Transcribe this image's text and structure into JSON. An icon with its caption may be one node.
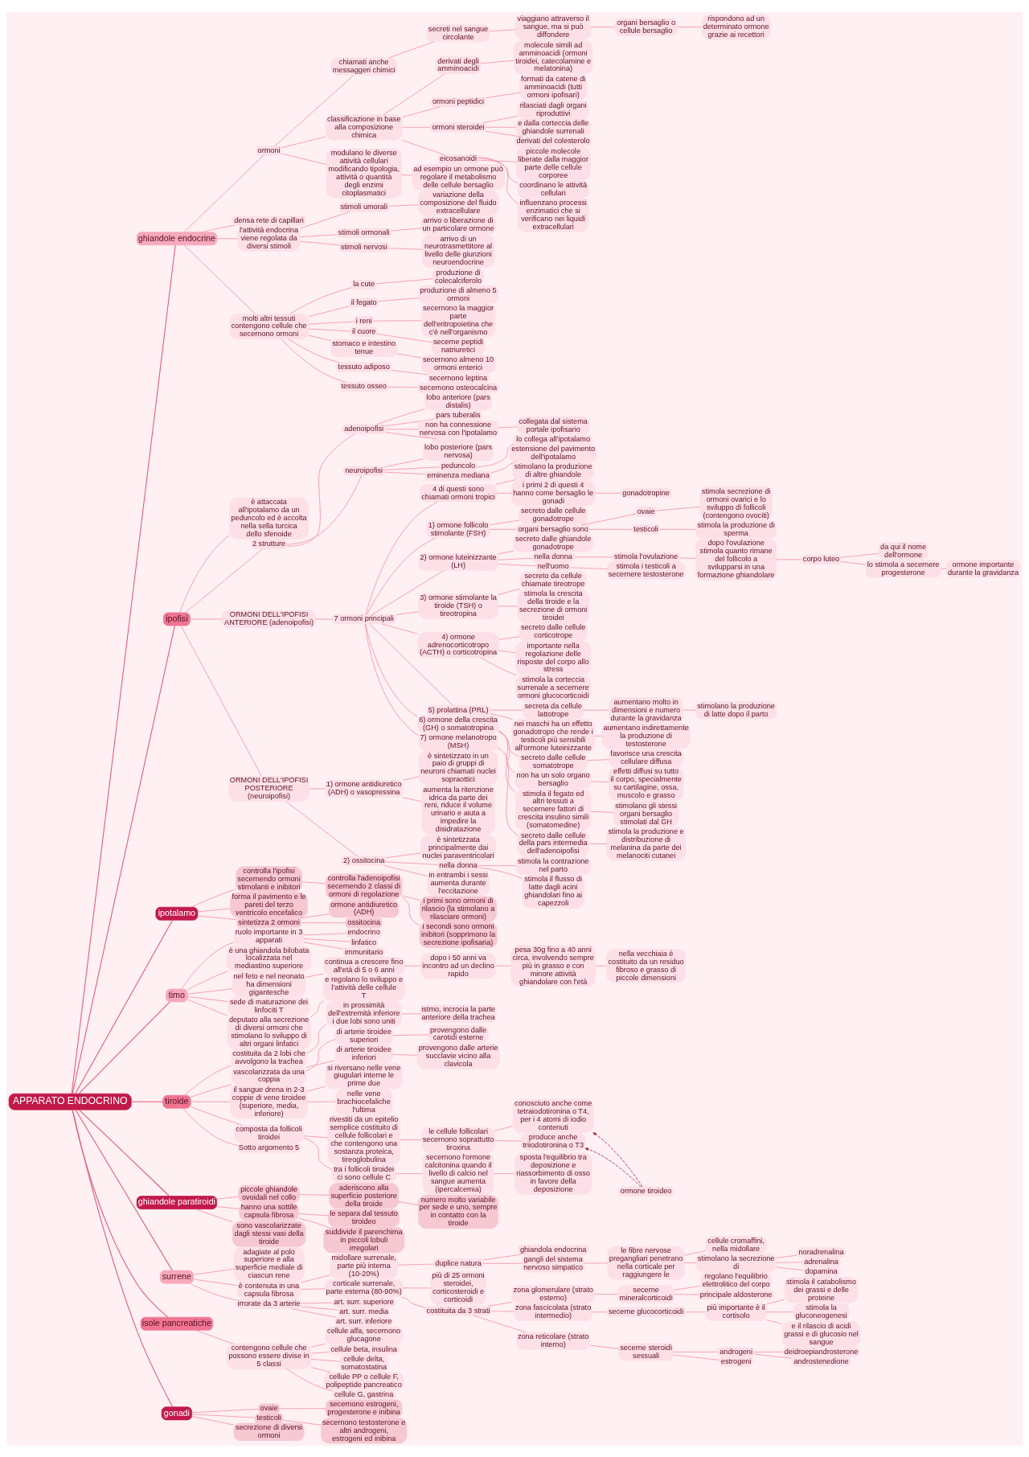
{
  "diagram": {
    "nodes": [
      {
        "text": [
          "APPARATO ENDOCRINO"
        ]
      },
      {
        "text": [
          "ghiandole endocrine"
        ]
      },
      {
        "text": [
          "ormoni"
        ]
      },
      {
        "text": [
          "chiamati anche messaggeri chimici"
        ]
      },
      {
        "text": [
          "secreti nel sangue circolante"
        ]
      },
      {
        "text": [
          "viaggiano attraverso il sangue, ma si può diffondere"
        ]
      },
      {
        "text": [
          "organi bersaglio o cellule bersaglio"
        ]
      },
      {
        "text": [
          "rispondono ad un determinato ormone grazie ai recettori"
        ]
      },
      {
        "text": [
          "classificazione in base alla composizione chimica"
        ]
      },
      {
        "text": [
          "derivati degli amminoacidi"
        ]
      },
      {
        "text": [
          "molecole simili ad amminoacidi (ormoni tiroidei, catecolamine e melatonina)"
        ]
      },
      {
        "text": [
          "ormoni peptidici"
        ]
      },
      {
        "text": [
          "formati da catene di amminoacidi (tutti ormoni ipofisari)"
        ]
      },
      {
        "text": [
          "ormoni steroidei"
        ]
      },
      {
        "text": [
          "rilasciati dagli organi riproduttivi"
        ]
      },
      {
        "text": [
          "e dalla corteccia delle ghiandole surrenali"
        ]
      },
      {
        "text": [
          "derivati del colesterolo"
        ]
      },
      {
        "text": [
          "eicosanoidi"
        ]
      },
      {
        "text": [
          "piccole molecole liberate dalla maggior parte delle cellule corporee"
        ]
      },
      {
        "text": [
          "coordinano le attività cellulari"
        ]
      },
      {
        "text": [
          "influenzano processi enzimatici che si verificano nei liquidi extracellulari"
        ]
      },
      {
        "text": [
          "modulano le diverse attività cellulari modificando tipologia, attività o quantità degli enzimi citoplasmatici"
        ]
      },
      {
        "text": [
          "ad esempio un ormone può regolare il metabolismo delle cellule bersaglio"
        ]
      },
      {
        "text": [
          "densa rete di capillari"
        ]
      },
      {
        "text": [
          "l'attività endocrina viene regolata da diversi stimoli"
        ]
      },
      {
        "text": [
          "stimoli umorali"
        ]
      },
      {
        "text": [
          "variazione della composizione del fluido extracellulare"
        ]
      },
      {
        "text": [
          "stimoli ormonali"
        ]
      },
      {
        "text": [
          "arrivo o liberazione di un particolare ormone"
        ]
      },
      {
        "text": [
          "stimoli nervosi"
        ]
      },
      {
        "text": [
          "arrivo di un neurotrasmettitore al livello delle giunzioni neuroendocrine"
        ]
      },
      {
        "text": [
          "molti altri tessuti contengono cellule che secernono ormoni"
        ]
      },
      {
        "text": [
          "la cute"
        ]
      },
      {
        "text": [
          "produzione di colecalciferolo"
        ]
      },
      {
        "text": [
          "il fegato"
        ]
      },
      {
        "text": [
          "produzione di almeno 5 ormoni"
        ]
      },
      {
        "text": [
          "i reni"
        ]
      },
      {
        "text": [
          "secernono la maggior parte dell'eritropoietina che c'è nell'organismo"
        ]
      },
      {
        "text": [
          "il cuore"
        ]
      },
      {
        "text": [
          "secerne peptidi natriuretici"
        ]
      },
      {
        "text": [
          "stomaco e intestino tenue"
        ]
      },
      {
        "text": [
          "secernono almeno 10 ormoni enterici"
        ]
      },
      {
        "text": [
          "tessuto adiposo"
        ]
      },
      {
        "text": [
          "secernono leptina"
        ]
      },
      {
        "text": [
          "tessuto osseo"
        ]
      },
      {
        "text": [
          "secernono osteocalcina"
        ]
      },
      {
        "text": [
          "ipofisi"
        ]
      },
      {
        "text": [
          "è attaccata all'ipotalamo da un peduncolo ed è accolta nella sella turcica dello sfenoide"
        ]
      },
      {
        "text": [
          "2 strutture"
        ]
      },
      {
        "text": [
          "adenoipofisi"
        ]
      },
      {
        "text": [
          "lobo anteriore (pars distalis)"
        ]
      },
      {
        "text": [
          "pars tuberalis"
        ]
      },
      {
        "text": [
          "non ha connessione nervosa con l'ipotalamo"
        ]
      },
      {
        "text": [
          "collegata dal sistema portale ipofisario"
        ]
      },
      {
        "text": [],
        "shape": "box"
      },
      {
        "text": [
          "neuroipofisi"
        ]
      },
      {
        "text": [
          "lobo posteriore (pars nervosa)"
        ]
      },
      {
        "text": [
          "peduncolo"
        ]
      },
      {
        "text": [
          "lo collega all'ipotalamo"
        ]
      },
      {
        "text": [
          "eminenza mediana"
        ]
      },
      {
        "text": [
          "estensione del pavimento dell'ipotalamo"
        ]
      },
      {
        "text": [
          "ORMONI DELL'IPOFISI ANTERIORE (adenoipofisi)"
        ]
      },
      {
        "text": [
          "7 ormoni principali"
        ]
      },
      {
        "text": [
          "4 di questi sono chiamati ormoni tropici"
        ]
      },
      {
        "text": [
          "stimolano la produzione di altre ghiandole"
        ]
      },
      {
        "text": [
          "i primi 2 di questi 4 hanno come bersaglio le gonadi"
        ]
      },
      {
        "text": [
          "gonadotropine"
        ]
      },
      {
        "text": [
          "1) ormone follicolo stimolante (FSH)"
        ]
      },
      {
        "text": [
          "secreto dalle cellule gonadotrope"
        ]
      },
      {
        "text": [
          "organi bersaglio sono"
        ]
      },
      {
        "text": [
          "ovaie"
        ]
      },
      {
        "text": [
          "stimola secrezione di ormoni ovarici e lo sviluppo di follicoli (contengono ovociti)"
        ]
      },
      {
        "text": [
          "testicoli"
        ]
      },
      {
        "text": [
          "stimola la produzione di sperma"
        ]
      },
      {
        "text": [
          "2) ormone luteinizzante (LH)"
        ]
      },
      {
        "text": [
          "secreto dalle ghiandole gonadotrope"
        ]
      },
      {
        "text": [
          "nella donna"
        ]
      },
      {
        "text": [
          "stimola l'ovulazione"
        ]
      },
      {
        "text": [
          "dopo l'ovulazione stimola quanto rimane del follicolo a svilupparsi in una formazione ghiandolare"
        ]
      },
      {
        "text": [
          "corpo luteo"
        ]
      },
      {
        "text": [
          "da qui il nome dell'ormone"
        ]
      },
      {
        "text": [
          "lo stimola a secernere progesterone"
        ]
      },
      {
        "text": [
          "ormone importante durante la gravidanza"
        ]
      },
      {
        "text": [
          "nell'uomo"
        ]
      },
      {
        "text": [
          "stimola i testicoli a secernere testosterone"
        ]
      },
      {
        "text": [
          "3) ormone stimolante la tiroide (TSH) o tireotropina"
        ]
      },
      {
        "text": [
          "secreto da cellule chiamate tireotrope"
        ]
      },
      {
        "text": [
          "stimola la crescita della tiroide e la secrezione di ormoni tiroidei"
        ]
      },
      {
        "text": [
          "4) ormone adrenocorticotropo (ACTH) o corticotropina"
        ]
      },
      {
        "text": [
          "secreto dalle cellule corticotrope"
        ]
      },
      {
        "text": [
          "importante nella regolazione delle risposte del corpo allo stress"
        ]
      },
      {
        "text": [
          "stimola la corteccia surrenale a secernere ormoni glucocorticoidi"
        ]
      },
      {
        "text": [
          "5) prolattina (PRL)"
        ]
      },
      {
        "text": [
          "secreta da cellule lattotrope"
        ]
      },
      {
        "text": [
          "aumentano molto in dimensioni e numero durante la gravidanza"
        ]
      },
      {
        "text": [
          "stimolano la produzione di latte dopo il parto"
        ]
      },
      {
        "text": [
          "nei maschi ha un effetto gonadotropo che rende i testicoli più sensibili all'ormone luteinizzante"
        ]
      },
      {
        "text": [
          "aumentano indirettamente la produzione di testosterone"
        ]
      },
      {
        "text": [
          "6) ormone della crescita (GH) o somatotropina"
        ]
      },
      {
        "text": [
          "secreto dalle cellule somatotrope"
        ]
      },
      {
        "text": [
          "favorisce una crescita cellulare diffusa"
        ]
      },
      {
        "text": [
          "non ha un solo organo bersaglio"
        ]
      },
      {
        "text": [
          "effetti diffusi su tutto il corpo, specialmente su cartilagine, ossa, muscolo e grasso"
        ]
      },
      {
        "text": [
          "stimola il fegato ed altri tessuti a secernere fattori di crescita insulino simili (somatomedine)"
        ]
      },
      {
        "text": [
          "stimolano gli stessi organi bersaglio stimolati dal GH"
        ]
      },
      {
        "text": [
          "7) ormone melanotropo (MSH)"
        ]
      },
      {
        "text": [
          "secreto dalle cellule della pars intermedia dell'adenoipofisi"
        ]
      },
      {
        "text": [
          "stimola la produzione e distribuzione di melanina da parte dei melanociti cutanei"
        ]
      },
      {
        "text": [
          "ORMONI DELL'IPOFISI POSTERIORE (neuroipofisi)"
        ]
      },
      {
        "text": [
          "1) ormone antidiuretico (ADH) o vasopressina"
        ]
      },
      {
        "text": [
          "è sintetizzato in un paio di gruppi di neuroni chiamati nuclei sopraottici"
        ]
      },
      {
        "text": [
          "aumenta la ritenzione idrica da parte dei reni, riduce il volume urinario e aiuta a impedire la disidratazione"
        ]
      },
      {
        "text": [
          "2) ossitocina"
        ]
      },
      {
        "text": [
          "è sintetizzata principalmente dai nuclei paraventricolari"
        ]
      },
      {
        "text": [
          "nella donna"
        ]
      },
      {
        "text": [
          "stimola la contrazione nel parto"
        ]
      },
      {
        "text": [
          "stimola il flusso di latte dagli acini ghiandolari fino ai capezzoli"
        ]
      },
      {
        "text": [
          "in entrambi i sessi aumenta durante l'eccitazione"
        ]
      },
      {
        "text": [
          "ipotalamo"
        ]
      },
      {
        "text": [
          "controlla l'ipofisi secernendo ormoni stimolanti e inibitori"
        ]
      },
      {
        "text": [
          "controlla l'adenoipofisi secernendo 2 classi di ormoni di regolazione"
        ]
      },
      {
        "text": [
          "i primi sono ormoni di rilascio (la stimolano a rilasciare ormoni)"
        ]
      },
      {
        "text": [
          "i secondi sono ormoni inibitori (sopprimono la secrezione ipofisaria)"
        ]
      },
      {
        "text": [
          "forma il pavimento e le pareti del terzo ventricolo encefalico"
        ]
      },
      {
        "text": [
          "sintetizza 2 ormoni"
        ]
      },
      {
        "text": [
          "ormone antidiuretico (ADH)"
        ]
      },
      {
        "text": [
          "ossitocina"
        ]
      },
      {
        "text": [
          "timo"
        ]
      },
      {
        "text": [
          "ruolo importante in 3 apparati"
        ]
      },
      {
        "text": [
          "endocrino"
        ]
      },
      {
        "text": [
          "linfatico"
        ]
      },
      {
        "text": [
          "immunitario"
        ]
      },
      {
        "text": [
          "è una ghiandola bilobata localizzata nel mediastino superiore"
        ]
      },
      {
        "text": [
          "nel feto e nel neonato ha dimensioni gigantesche"
        ]
      },
      {
        "text": [
          "continua a crescere fino all'età di 5 o 6 anni"
        ]
      },
      {
        "text": [
          "dopo i 50 anni va incontro ad un declino rapido"
        ]
      },
      {
        "text": [
          "pesa 30g fino a 40 anni circa, involvendo sempre più in grasso e con minore attività ghiandolare con l'età"
        ]
      },
      {
        "text": [
          "nella vecchiaia è costituito da un residuo fibroso e grasso di piccole dimensioni"
        ]
      },
      {
        "text": [
          "sede di maturazione dei linfociti T"
        ]
      },
      {
        "text": [
          "deputato alla secrezione di diversi ormoni che stimolano lo sviluppo di altri organi linfatici"
        ]
      },
      {
        "text": [
          "e regolano lo sviluppo e l'attività delle cellule T"
        ]
      },
      {
        "text": [
          "tiroide"
        ]
      },
      {
        "text": [
          "costituita da 2 lobi che avvolgono la trachea"
        ]
      },
      {
        "text": [
          "in prossimità dell'estremità inferiore i due lobi sono uniti"
        ]
      },
      {
        "text": [
          "istmo, incrocia la parte anteriore della trachea"
        ]
      },
      {
        "text": [
          "vascolarizzata da una coppia"
        ]
      },
      {
        "text": [
          "di arterie tiroidee superiori"
        ]
      },
      {
        "text": [
          "provengono dalle carotidi esterne"
        ]
      },
      {
        "text": [
          "di arterie tiroidee inferiori"
        ]
      },
      {
        "text": [
          "provengono dalle arterie succlavie vicino alla clavicola"
        ]
      },
      {
        "text": [
          "il sangue drena in 2-3 coppie di vene tiroidee (superiore, media, inferiore)"
        ]
      },
      {
        "text": [
          "si riversano nelle vene giugulari interne le prime due"
        ]
      },
      {
        "text": [
          "nelle vene brachiocefaliche l'ultima"
        ]
      },
      {
        "text": [
          "composta da follicoli tiroidei"
        ]
      },
      {
        "text": [
          "rivestiti da un epitelio semplice costituito di cellule follicolari e che contengono una sostanza proteica, tireoglobulina"
        ]
      },
      {
        "text": [
          "le cellule follicolari secernono soprattutto tiroxina"
        ]
      },
      {
        "text": [
          "conosciuto anche come tetraiodotironina o T4, per i 4 atomi di iodio contenuti"
        ]
      },
      {
        "text": [
          "produce anche triiodotironina o T3"
        ]
      },
      {
        "text": [
          "ormone tiroideo"
        ]
      },
      {
        "text": [
          "tra i follicoli tiroidei ci sono cellule C"
        ]
      },
      {
        "text": [
          "secernono l'ormone calcitonina quando il livello di calcio nel sangue aumenta (ipercalcemia)"
        ]
      },
      {
        "text": [
          "sposta l'equilibrio tra deposizione e riassorbimento di osso in favore della deposizione"
        ]
      },
      {
        "text": [
          "Sotto argomento 5"
        ]
      },
      {
        "text": [
          "ghiandole paratiroidi"
        ]
      },
      {
        "text": [
          "piccole ghiandole ovoidali nel collo"
        ]
      },
      {
        "text": [
          "aderiscono alla superficie posteriore della tiroide"
        ]
      },
      {
        "text": [
          "numero molto variabile per sede e uno, sempre in contatto con la tiroide"
        ]
      },
      {
        "text": [
          "hanno una sottile capsula fibrosa"
        ]
      },
      {
        "text": [
          "le separa dal tessuto tiroideo"
        ]
      },
      {
        "text": [
          "suddivide il parenchima in piccoli lobuli irregolari"
        ]
      },
      {
        "text": [
          "sono vascolarizzate dagli stessi vasi della tiroide"
        ]
      },
      {
        "text": [
          "surrene"
        ]
      },
      {
        "text": [
          "adagiate al polo superiore e alla superficie mediale di ciascun rene"
        ]
      },
      {
        "text": [
          "è contenuta in una capsula fibrosa"
        ]
      },
      {
        "text": [
          "midollare surrenale, parte più interna (10-20%)"
        ]
      },
      {
        "text": [
          "duplice natura"
        ]
      },
      {
        "text": [
          "ghiandola endocrina"
        ]
      },
      {
        "text": [
          "gangli del sistema nervoso simpatico"
        ]
      },
      {
        "text": [
          "le fibre nervose pregangliari penetrano nella corticale per raggiungere le"
        ]
      },
      {
        "text": [
          "cellule cromaffini, nella midollare"
        ]
      },
      {
        "text": [
          "stimolano la secrezione di"
        ]
      },
      {
        "text": [
          "noradrenalina"
        ]
      },
      {
        "text": [
          "adrenalina"
        ]
      },
      {
        "text": [
          "dopamina"
        ]
      },
      {
        "text": [
          "corticale surrenale, parte esterna (80-90%)"
        ]
      },
      {
        "text": [
          "più di 25 ormoni steroidei, corticosteroidi e corticoidi"
        ]
      },
      {
        "text": [
          "costituita da 3 strati"
        ]
      },
      {
        "text": [
          "zona glomerulare (strato esterno)"
        ]
      },
      {
        "text": [
          "secerne mineralcorticoidi"
        ]
      },
      {
        "text": [
          "regolano l'equilibrio elettrolitico del corpo"
        ]
      },
      {
        "text": [
          "principale aldosterone"
        ]
      },
      {
        "text": [
          "zona fascicolata (strato intermedio)"
        ]
      },
      {
        "text": [
          "secerne glucocorticoidi"
        ]
      },
      {
        "text": [
          "più importante è il cortisolo"
        ]
      },
      {
        "text": [
          "stimola il catabolismo dei grassi e delle proteine"
        ]
      },
      {
        "text": [
          "stimola la gluconeogenesi"
        ]
      },
      {
        "text": [
          "e il rilascio di acidi grassi e di glucosio nel sangue"
        ]
      },
      {
        "text": [
          "zona reticolare (strato interno)"
        ]
      },
      {
        "text": [
          "secerne steroidi sessuali"
        ]
      },
      {
        "text": [
          "androgeni"
        ]
      },
      {
        "text": [
          "deidroepiandrosterone"
        ]
      },
      {
        "text": [
          "androstenedione"
        ]
      },
      {
        "text": [
          "estrogeni"
        ]
      },
      {
        "text": [
          "irrorate da 3 arterie"
        ]
      },
      {
        "text": [
          "art. surr. superiore"
        ]
      },
      {
        "text": [
          "art. surr. media"
        ]
      },
      {
        "text": [
          "art. surr. inferiore"
        ]
      },
      {
        "text": [
          "isole pancreatiche"
        ]
      },
      {
        "text": [
          "contengono cellule che possono essere divise in 5 classi"
        ]
      },
      {
        "text": [
          "cellule alfa, secernono glucagone"
        ]
      },
      {
        "text": [
          "cellule beta, insulina"
        ]
      },
      {
        "text": [
          "cellule delta, somatostatina"
        ]
      },
      {
        "text": [
          "cellule PP o cellule F, polipeptide pancreatico"
        ]
      },
      {
        "text": [
          "cellule G, gastrina"
        ]
      },
      {
        "text": [
          "gonadi"
        ]
      },
      {
        "text": [
          "ovaie"
        ]
      },
      {
        "text": [
          "secernono estrogeni, progesterone e inibina"
        ]
      },
      {
        "text": [
          "testicoli"
        ]
      },
      {
        "text": [
          "secernono testosterone e altri androgeni, estrogeni ed inibina"
        ]
      },
      {
        "text": [
          "secrezione di diversi ormoni"
        ]
      }
    ],
    "edges": [
      {
        "from": 0,
        "to": 1,
        "arrow": "none"
      },
      {
        "from": 1,
        "to": 2,
        "arrow": "none"
      },
      {
        "from": 2,
        "to": 3,
        "arrow": "none"
      },
      {
        "from": 3,
        "to": 4,
        "arrow": "none"
      },
      {
        "from": 4,
        "to": 5,
        "arrow": "none"
      },
      {
        "from": 5,
        "to": 6,
        "arrow": "none"
      },
      {
        "from": 6,
        "to": 7,
        "arrow": "none"
      },
      {
        "from": 2,
        "to": 8,
        "arrow": "none"
      },
      {
        "from": 8,
        "to": 9,
        "arrow": "none"
      },
      {
        "from": 9,
        "to": 10,
        "arrow": "none"
      },
      {
        "from": 8,
        "to": 11,
        "arrow": "none"
      },
      {
        "from": 11,
        "to": 12,
        "arrow": "none"
      },
      {
        "from": 8,
        "to": 13,
        "arrow": "none"
      },
      {
        "from": 13,
        "to": 14,
        "arrow": "none"
      },
      {
        "from": 13,
        "to": 15,
        "arrow": "none"
      },
      {
        "from": 13,
        "to": 16,
        "arrow": "none"
      },
      {
        "from": 8,
        "to": 17,
        "arrow": "none"
      },
      {
        "from": 17,
        "to": 18,
        "arrow": "none"
      },
      {
        "from": 17,
        "to": 19,
        "arrow": "none"
      },
      {
        "from": 17,
        "to": 20,
        "arrow": "none"
      },
      {
        "from": 2,
        "to": 21,
        "arrow": "none"
      },
      {
        "from": 21,
        "to": 22,
        "arrow": "none"
      },
      {
        "from": 1,
        "to": 23,
        "arrow": "none"
      },
      {
        "from": 1,
        "to": 24,
        "arrow": "none"
      },
      {
        "from": 24,
        "to": 25,
        "arrow": "none"
      },
      {
        "from": 25,
        "to": 26,
        "arrow": "none"
      },
      {
        "from": 24,
        "to": 27,
        "arrow": "none"
      },
      {
        "from": 27,
        "to": 28,
        "arrow": "none"
      },
      {
        "from": 24,
        "to": 29,
        "arrow": "none"
      },
      {
        "from": 29,
        "to": 30,
        "arrow": "none"
      },
      {
        "from": 1,
        "to": 31,
        "arrow": "none"
      },
      {
        "from": 31,
        "to": 32,
        "arrow": "none"
      },
      {
        "from": 32,
        "to": 33,
        "arrow": "none"
      },
      {
        "from": 31,
        "to": 34,
        "arrow": "none"
      },
      {
        "from": 34,
        "to": 35,
        "arrow": "none"
      },
      {
        "from": 31,
        "to": 36,
        "arrow": "none"
      },
      {
        "from": 36,
        "to": 37,
        "arrow": "none"
      },
      {
        "from": 31,
        "to": 38,
        "arrow": "none"
      },
      {
        "from": 38,
        "to": 39,
        "arrow": "none"
      },
      {
        "from": 31,
        "to": 40,
        "arrow": "none"
      },
      {
        "from": 40,
        "to": 41,
        "arrow": "none"
      },
      {
        "from": 31,
        "to": 42,
        "arrow": "none"
      },
      {
        "from": 42,
        "to": 43,
        "arrow": "none"
      },
      {
        "from": 31,
        "to": 44,
        "arrow": "none"
      },
      {
        "from": 44,
        "to": 45,
        "arrow": "none"
      },
      {
        "from": 0,
        "to": 46,
        "arrow": "none"
      },
      {
        "from": 46,
        "to": 47,
        "arrow": "none"
      },
      {
        "from": 46,
        "to": 48,
        "arrow": "none"
      },
      {
        "from": 48,
        "to": 49,
        "arrow": "none"
      },
      {
        "from": 49,
        "to": 50,
        "arrow": "none"
      },
      {
        "from": 49,
        "to": 51,
        "arrow": "none"
      },
      {
        "from": 49,
        "to": 52,
        "arrow": "none"
      },
      {
        "from": 52,
        "to": 53,
        "arrow": "none"
      },
      {
        "from": 49,
        "to": 54,
        "arrow": "none"
      },
      {
        "from": 48,
        "to": 55,
        "arrow": "none"
      },
      {
        "from": 55,
        "to": 56,
        "arrow": "none"
      },
      {
        "from": 55,
        "to": 57,
        "arrow": "none"
      },
      {
        "from": 57,
        "to": 58,
        "arrow": "none"
      },
      {
        "from": 55,
        "to": 59,
        "arrow": "none"
      },
      {
        "from": 59,
        "to": 60,
        "arrow": "none"
      },
      {
        "from": 46,
        "to": 61,
        "arrow": "none"
      },
      {
        "from": 61,
        "to": 62,
        "arrow": "none"
      },
      {
        "from": 62,
        "to": 63,
        "arrow": "none"
      },
      {
        "from": 63,
        "to": 64,
        "arrow": "none"
      },
      {
        "from": 63,
        "to": 65,
        "arrow": "none"
      },
      {
        "from": 65,
        "to": 66,
        "arrow": "none"
      },
      {
        "from": 62,
        "to": 67,
        "arrow": "none"
      },
      {
        "from": 67,
        "to": 68,
        "arrow": "none"
      },
      {
        "from": 67,
        "to": 69,
        "arrow": "none"
      },
      {
        "from": 69,
        "to": 70,
        "arrow": "none"
      },
      {
        "from": 70,
        "to": 71,
        "arrow": "none"
      },
      {
        "from": 69,
        "to": 72,
        "arrow": "none"
      },
      {
        "from": 72,
        "to": 73,
        "arrow": "none"
      },
      {
        "from": 62,
        "to": 74,
        "arrow": "none"
      },
      {
        "from": 74,
        "to": 75,
        "arrow": "none"
      },
      {
        "from": 74,
        "to": 76,
        "arrow": "none"
      },
      {
        "from": 76,
        "to": 77,
        "arrow": "none"
      },
      {
        "from": 77,
        "to": 78,
        "arrow": "none"
      },
      {
        "from": 78,
        "to": 79,
        "arrow": "none"
      },
      {
        "from": 79,
        "to": 80,
        "arrow": "none"
      },
      {
        "from": 79,
        "to": 81,
        "arrow": "none"
      },
      {
        "from": 81,
        "to": 82,
        "arrow": "none"
      },
      {
        "from": 74,
        "to": 83,
        "arrow": "none"
      },
      {
        "from": 83,
        "to": 84,
        "arrow": "none"
      },
      {
        "from": 62,
        "to": 85,
        "arrow": "none"
      },
      {
        "from": 85,
        "to": 86,
        "arrow": "none"
      },
      {
        "from": 85,
        "to": 87,
        "arrow": "none"
      },
      {
        "from": 62,
        "to": 88,
        "arrow": "none"
      },
      {
        "from": 88,
        "to": 89,
        "arrow": "none"
      },
      {
        "from": 88,
        "to": 90,
        "arrow": "none"
      },
      {
        "from": 88,
        "to": 91,
        "arrow": "none"
      },
      {
        "from": 62,
        "to": 92,
        "arrow": "none"
      },
      {
        "from": 92,
        "to": 93,
        "arrow": "none"
      },
      {
        "from": 93,
        "to": 94,
        "arrow": "none"
      },
      {
        "from": 94,
        "to": 95,
        "arrow": "none"
      },
      {
        "from": 92,
        "to": 96,
        "arrow": "none"
      },
      {
        "from": 96,
        "to": 97,
        "arrow": "none"
      },
      {
        "from": 62,
        "to": 98,
        "arrow": "none"
      },
      {
        "from": 98,
        "to": 99,
        "arrow": "none"
      },
      {
        "from": 99,
        "to": 100,
        "arrow": "none"
      },
      {
        "from": 98,
        "to": 101,
        "arrow": "none"
      },
      {
        "from": 101,
        "to": 102,
        "arrow": "none"
      },
      {
        "from": 98,
        "to": 103,
        "arrow": "none"
      },
      {
        "from": 103,
        "to": 104,
        "arrow": "none"
      },
      {
        "from": 62,
        "to": 105,
        "arrow": "none"
      },
      {
        "from": 105,
        "to": 106,
        "arrow": "none"
      },
      {
        "from": 106,
        "to": 107,
        "arrow": "none"
      },
      {
        "from": 46,
        "to": 108,
        "arrow": "none"
      },
      {
        "from": 108,
        "to": 109,
        "arrow": "none"
      },
      {
        "from": 109,
        "to": 110,
        "arrow": "none"
      },
      {
        "from": 109,
        "to": 111,
        "arrow": "none"
      },
      {
        "from": 108,
        "to": 112,
        "arrow": "none"
      },
      {
        "from": 112,
        "to": 113,
        "arrow": "none"
      },
      {
        "from": 112,
        "to": 114,
        "arrow": "none"
      },
      {
        "from": 114,
        "to": 115,
        "arrow": "none"
      },
      {
        "from": 114,
        "to": 116,
        "arrow": "none"
      },
      {
        "from": 112,
        "to": 117,
        "arrow": "none"
      },
      {
        "from": 0,
        "to": 118,
        "arrow": "none"
      },
      {
        "from": 118,
        "to": 119,
        "arrow": "none"
      },
      {
        "from": 119,
        "to": 120,
        "arrow": "none"
      },
      {
        "from": 120,
        "to": 121,
        "arrow": "none"
      },
      {
        "from": 120,
        "to": 122,
        "arrow": "none"
      },
      {
        "from": 118,
        "to": 123,
        "arrow": "none"
      },
      {
        "from": 118,
        "to": 124,
        "arrow": "none"
      },
      {
        "from": 124,
        "to": 125,
        "arrow": "none"
      },
      {
        "from": 124,
        "to": 126,
        "arrow": "none"
      },
      {
        "from": 0,
        "to": 127,
        "arrow": "none"
      },
      {
        "from": 127,
        "to": 128,
        "arrow": "none"
      },
      {
        "from": 128,
        "to": 129,
        "arrow": "none"
      },
      {
        "from": 128,
        "to": 130,
        "arrow": "none"
      },
      {
        "from": 128,
        "to": 131,
        "arrow": "none"
      },
      {
        "from": 127,
        "to": 132,
        "arrow": "none"
      },
      {
        "from": 127,
        "to": 133,
        "arrow": "none"
      },
      {
        "from": 133,
        "to": 134,
        "arrow": "none"
      },
      {
        "from": 134,
        "to": 135,
        "arrow": "none"
      },
      {
        "from": 135,
        "to": 136,
        "arrow": "none"
      },
      {
        "from": 136,
        "to": 137,
        "arrow": "none"
      },
      {
        "from": 127,
        "to": 138,
        "arrow": "none"
      },
      {
        "from": 127,
        "to": 139,
        "arrow": "none"
      },
      {
        "from": 139,
        "to": 140,
        "arrow": "none"
      },
      {
        "from": 0,
        "to": 141,
        "arrow": "none"
      },
      {
        "from": 141,
        "to": 142,
        "arrow": "none"
      },
      {
        "from": 142,
        "to": 143,
        "arrow": "none"
      },
      {
        "from": 143,
        "to": 144,
        "arrow": "none"
      },
      {
        "from": 141,
        "to": 145,
        "arrow": "none"
      },
      {
        "from": 145,
        "to": 146,
        "arrow": "none"
      },
      {
        "from": 146,
        "to": 147,
        "arrow": "none"
      },
      {
        "from": 145,
        "to": 148,
        "arrow": "none"
      },
      {
        "from": 148,
        "to": 149,
        "arrow": "none"
      },
      {
        "from": 141,
        "to": 150,
        "arrow": "none"
      },
      {
        "from": 150,
        "to": 151,
        "arrow": "none"
      },
      {
        "from": 150,
        "to": 152,
        "arrow": "none"
      },
      {
        "from": 141,
        "to": 153,
        "arrow": "none"
      },
      {
        "from": 153,
        "to": 154,
        "arrow": "none"
      },
      {
        "from": 154,
        "to": 155,
        "arrow": "none"
      },
      {
        "from": 155,
        "to": 156,
        "arrow": "none"
      },
      {
        "from": 155,
        "to": 157,
        "arrow": "none"
      },
      {
        "from": 158,
        "to": 156,
        "arrow": "to",
        "style": "dashed",
        "color": "#a3123a"
      },
      {
        "from": 158,
        "to": 157,
        "arrow": "to",
        "style": "dashed",
        "color": "#a3123a"
      },
      {
        "from": 153,
        "to": 159,
        "arrow": "none"
      },
      {
        "from": 159,
        "to": 160,
        "arrow": "none"
      },
      {
        "from": 160,
        "to": 161,
        "arrow": "none"
      },
      {
        "from": 141,
        "to": 162,
        "arrow": "none"
      },
      {
        "from": 0,
        "to": 163,
        "arrow": "none"
      },
      {
        "from": 163,
        "to": 164,
        "arrow": "none"
      },
      {
        "from": 164,
        "to": 165,
        "arrow": "none"
      },
      {
        "from": 165,
        "to": 166,
        "arrow": "none"
      },
      {
        "from": 163,
        "to": 167,
        "arrow": "none"
      },
      {
        "from": 167,
        "to": 168,
        "arrow": "none"
      },
      {
        "from": 167,
        "to": 169,
        "arrow": "none"
      },
      {
        "from": 163,
        "to": 170,
        "arrow": "none"
      },
      {
        "from": 0,
        "to": 171,
        "arrow": "none"
      },
      {
        "from": 171,
        "to": 172,
        "arrow": "none"
      },
      {
        "from": 171,
        "to": 173,
        "arrow": "none"
      },
      {
        "from": 173,
        "to": 174,
        "arrow": "none"
      },
      {
        "from": 174,
        "to": 175,
        "arrow": "none"
      },
      {
        "from": 175,
        "to": 176,
        "arrow": "none"
      },
      {
        "from": 175,
        "to": 177,
        "arrow": "none"
      },
      {
        "from": 177,
        "to": 178,
        "arrow": "none"
      },
      {
        "from": 178,
        "to": 179,
        "arrow": "none"
      },
      {
        "from": 178,
        "to": 180,
        "arrow": "none"
      },
      {
        "from": 180,
        "to": 181,
        "arrow": "none"
      },
      {
        "from": 180,
        "to": 182,
        "arrow": "none"
      },
      {
        "from": 180,
        "to": 183,
        "arrow": "none"
      },
      {
        "from": 173,
        "to": 184,
        "arrow": "none"
      },
      {
        "from": 184,
        "to": 185,
        "arrow": "none"
      },
      {
        "from": 184,
        "to": 186,
        "arrow": "none"
      },
      {
        "from": 186,
        "to": 187,
        "arrow": "none"
      },
      {
        "from": 187,
        "to": 188,
        "arrow": "none"
      },
      {
        "from": 188,
        "to": 189,
        "arrow": "none"
      },
      {
        "from": 188,
        "to": 190,
        "arrow": "none"
      },
      {
        "from": 186,
        "to": 191,
        "arrow": "none"
      },
      {
        "from": 191,
        "to": 192,
        "arrow": "none"
      },
      {
        "from": 192,
        "to": 193,
        "arrow": "none"
      },
      {
        "from": 193,
        "to": 194,
        "arrow": "none"
      },
      {
        "from": 193,
        "to": 195,
        "arrow": "none"
      },
      {
        "from": 193,
        "to": 196,
        "arrow": "none"
      },
      {
        "from": 186,
        "to": 197,
        "arrow": "none"
      },
      {
        "from": 197,
        "to": 198,
        "arrow": "none"
      },
      {
        "from": 198,
        "to": 199,
        "arrow": "none"
      },
      {
        "from": 199,
        "to": 200,
        "arrow": "none"
      },
      {
        "from": 199,
        "to": 201,
        "arrow": "none"
      },
      {
        "from": 198,
        "to": 202,
        "arrow": "none"
      },
      {
        "from": 171,
        "to": 203,
        "arrow": "none"
      },
      {
        "from": 203,
        "to": 204,
        "arrow": "none"
      },
      {
        "from": 203,
        "to": 205,
        "arrow": "none"
      },
      {
        "from": 203,
        "to": 206,
        "arrow": "none"
      },
      {
        "from": 0,
        "to": 207,
        "arrow": "none"
      },
      {
        "from": 207,
        "to": 208,
        "arrow": "none"
      },
      {
        "from": 208,
        "to": 209,
        "arrow": "none"
      },
      {
        "from": 208,
        "to": 210,
        "arrow": "none"
      },
      {
        "from": 208,
        "to": 211,
        "arrow": "none"
      },
      {
        "from": 208,
        "to": 212,
        "arrow": "none"
      },
      {
        "from": 208,
        "to": 213,
        "arrow": "none"
      },
      {
        "from": 0,
        "to": 214,
        "arrow": "none"
      },
      {
        "from": 214,
        "to": 215,
        "arrow": "none"
      },
      {
        "from": 215,
        "to": 216,
        "arrow": "none"
      },
      {
        "from": 214,
        "to": 217,
        "arrow": "none"
      },
      {
        "from": 217,
        "to": 218,
        "arrow": "none"
      },
      {
        "from": 214,
        "to": 219,
        "arrow": "none"
      }
    ]
  }
}
